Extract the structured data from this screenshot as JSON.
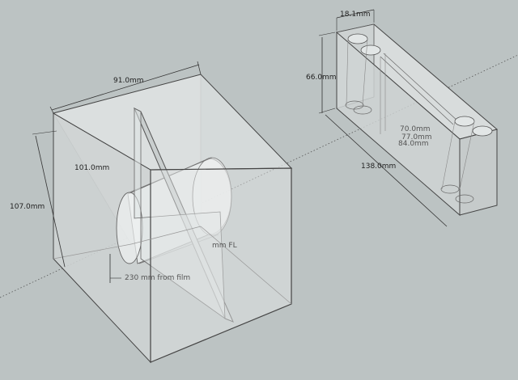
{
  "dimensions": {
    "box_width": "91.0mm",
    "box_depth": "101.0mm",
    "box_height": "107.0mm",
    "lens_label": "mm FL",
    "distance": "230 mm from film",
    "holder_thickness": "18.1mm",
    "holder_height": "66.0mm",
    "holder_length": "138.0mm",
    "inner_a": "70.0mm",
    "inner_b": "77.0mm",
    "inner_c": "84.0mm"
  },
  "colors": {
    "background": "#bcc3c3",
    "edge": "#444444",
    "glass_face": "#e6e9e9",
    "dim_line": "#333333"
  }
}
